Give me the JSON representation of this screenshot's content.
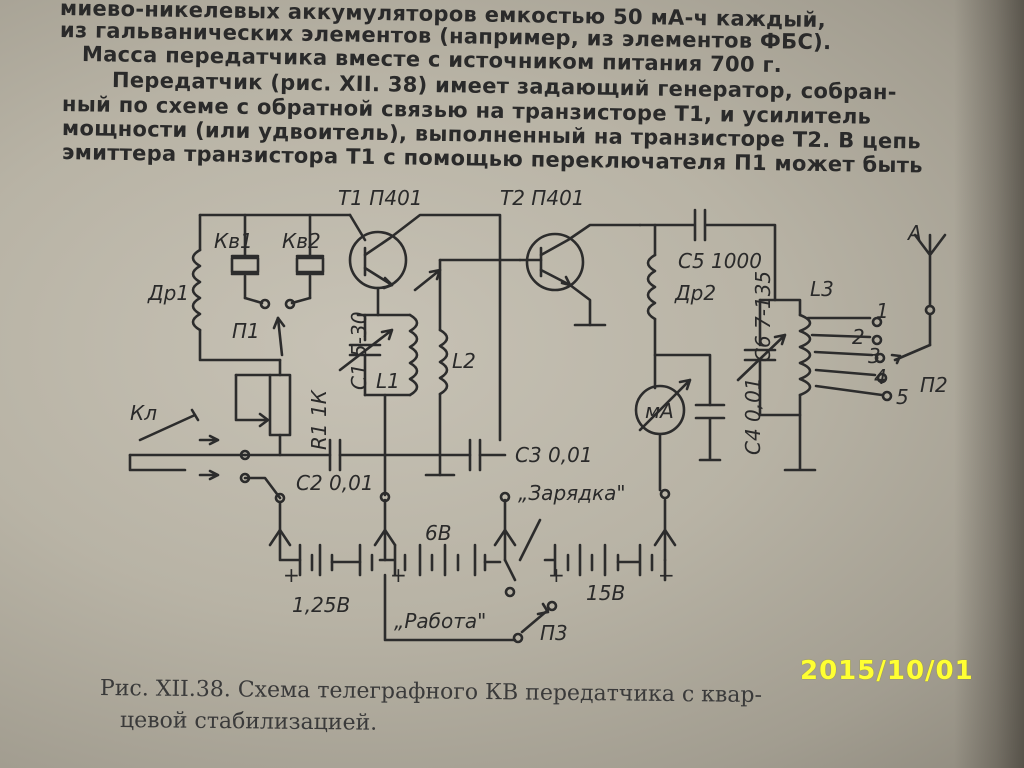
{
  "text_lines": [
    "миево-никелевых аккумуляторов емкостью 50 мА-ч каждый,",
    "из гальванических элементов (например, из элементов ФБС).",
    "Масса передатчика вместе с источником питания 700 г.",
    "Передатчик (рис. XII. 38) имеет задающий генератор, собран-",
    "ный по схеме с обратной связью на транзисторе T1, и усилитель",
    "мощности (или удвоитель), выполненный на транзисторе T2. В цепь",
    "эмиттера транзистора T1 с помощью переключателя П1 может быть"
  ],
  "schematic": {
    "t1": "T1 П401",
    "t2": "T2 П401",
    "kv1": "Кв1",
    "kv2": "Кв2",
    "dr1": "Др1",
    "p1": "П1",
    "c1": "С1 5-30",
    "l1": "L1",
    "l2": "L2",
    "r1": "R1 1К",
    "kl": "Кл",
    "c2": "С2 0,01",
    "c3": "С3 0,01",
    "c5": "С5 1000",
    "dr2": "Др2",
    "c6": "С6 7-135",
    "l3": "L3",
    "ma": "мА",
    "c4": "С4 0,01",
    "antenna": "А",
    "p2": "П2",
    "tap1": "1",
    "tap2": "2",
    "tap3": "3",
    "tap4": "4",
    "tap5": "5",
    "charging": "„Зарядка\"",
    "work": "„Работа\"",
    "p3": "П3",
    "v125": "1,25В",
    "v6": "6В",
    "v15": "15В",
    "plus1": "+",
    "plus2": "+",
    "plus3": "+",
    "minus": "−"
  },
  "caption": {
    "line1": "Рис. XII.38. Схема телеграфного КВ передатчика с квар-",
    "line2": "цевой стабилизацией."
  },
  "date_stamp": "2015/10/01",
  "colors": {
    "paper": "#bdb8aa",
    "ink": "#2a2a2a",
    "stamp": "#ffff33"
  }
}
